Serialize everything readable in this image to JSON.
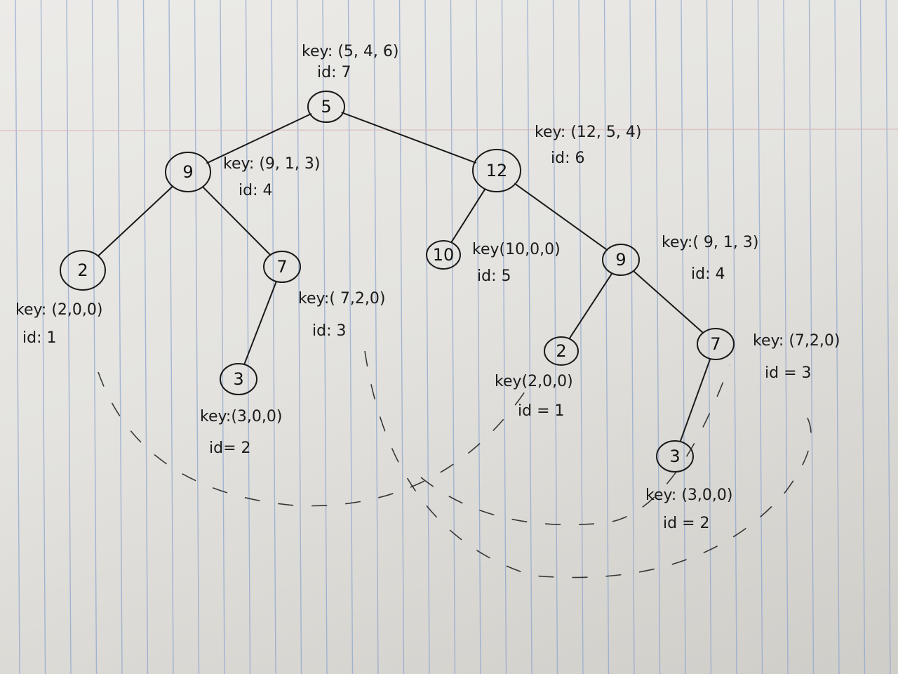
{
  "diagram": {
    "type": "handwritten-tree-sketch",
    "colors": {
      "ink": "#1a1a1a",
      "rule_line": "#8fa6cf",
      "margin_line": "#d9b8b8"
    },
    "nodes": [
      {
        "id": "n1",
        "value": "5",
        "key": "key: (5, 4, 6)",
        "idlabel": "id: 7"
      },
      {
        "id": "n2",
        "value": "9",
        "key": "key: (9, 1, 3)",
        "idlabel": "id: 4"
      },
      {
        "id": "n3",
        "value": "12",
        "key": "key: (12, 5, 4)",
        "idlabel": "id: 6"
      },
      {
        "id": "n4",
        "value": "2",
        "key": "key: (2,0,0)",
        "idlabel": "id:   1"
      },
      {
        "id": "n5",
        "value": "7",
        "key": "key:( 7,2,0)",
        "idlabel": "id: 3"
      },
      {
        "id": "n6",
        "value": "3",
        "key": "key:(3,0,0)",
        "idlabel": "id= 2"
      },
      {
        "id": "n7",
        "value": "10",
        "key": "key(10,0,0)",
        "idlabel": "id: 5"
      },
      {
        "id": "n8",
        "value": "9",
        "key": "key:( 9, 1, 3)",
        "idlabel": "id: 4"
      },
      {
        "id": "n9",
        "value": "2",
        "key": "key(2,0,0)",
        "idlabel": "id = 1"
      },
      {
        "id": "n10",
        "value": "7",
        "key": "key: (7,2,0)",
        "idlabel": "id = 3"
      },
      {
        "id": "n11",
        "value": "3",
        "key": "key: (3,0,0)",
        "idlabel": "id = 2"
      }
    ],
    "edges": [
      [
        "n1",
        "n2"
      ],
      [
        "n1",
        "n3"
      ],
      [
        "n2",
        "n4"
      ],
      [
        "n2",
        "n5"
      ],
      [
        "n5",
        "n6"
      ],
      [
        "n3",
        "n7"
      ],
      [
        "n3",
        "n8"
      ],
      [
        "n8",
        "n9"
      ],
      [
        "n8",
        "n10"
      ],
      [
        "n10",
        "n11"
      ]
    ]
  }
}
